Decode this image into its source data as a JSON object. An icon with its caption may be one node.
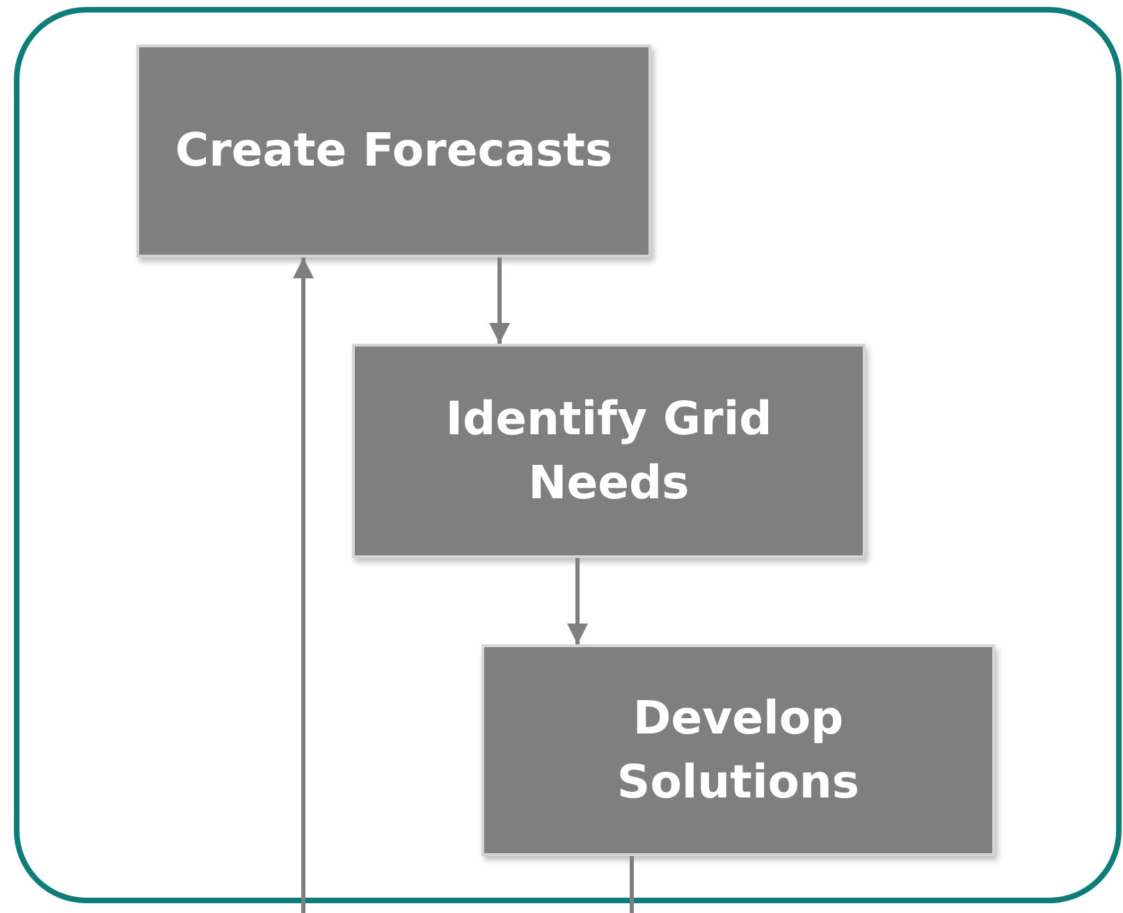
{
  "diagram": {
    "nodes": [
      {
        "text": [],
        "shape": "box"
      },
      {
        "text": [
          "Create Forecasts"
        ],
        "in": 0
      },
      {
        "text": [
          "Identify Grid Needs"
        ],
        "in": 0
      },
      {
        "text": [
          "Develop Solutions"
        ],
        "in": 0
      }
    ],
    "edges": [
      {
        "from": null,
        "to": 1,
        "arrow": "to"
      },
      {
        "from": 1,
        "to": 2,
        "arrow": "to"
      },
      {
        "from": 2,
        "to": 3,
        "arrow": "to"
      },
      {
        "from": 3,
        "to": null,
        "arrow": "none"
      }
    ]
  }
}
